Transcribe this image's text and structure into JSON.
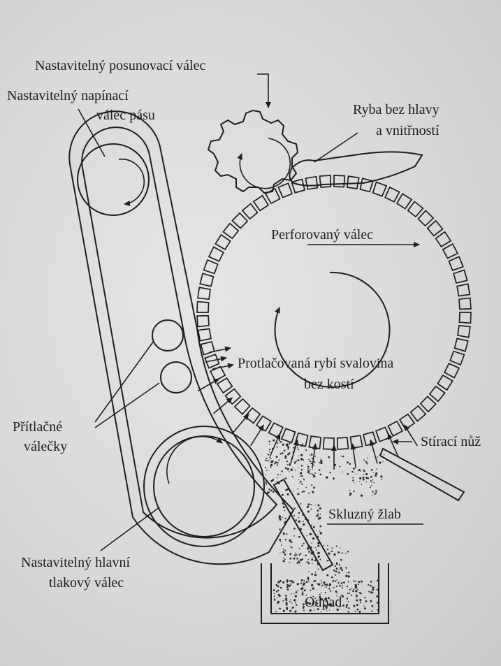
{
  "labels": {
    "feed_roller": "Nastavitelný posunovací válec",
    "tension_roller_line1": "Nastavitelný napínací",
    "tension_roller_line2": "válec pásu",
    "fish_line1": "Ryba bez hlavy",
    "fish_line2": "a vnitřností",
    "perforated_drum": "Perforovaný válec",
    "extruded_line1": "Protlačovaná rybí svalovina",
    "extruded_line2": "bez kostí",
    "pressure_rollers_line1": "Přítlačné",
    "pressure_rollers_line2": "válečky",
    "scraper": "Stírací nůž",
    "chute": "Skluzný žlab",
    "main_roller_line1": "Nastavitelný hlavní",
    "main_roller_line2": "tlakový válec",
    "waste": "Odpad"
  }
}
